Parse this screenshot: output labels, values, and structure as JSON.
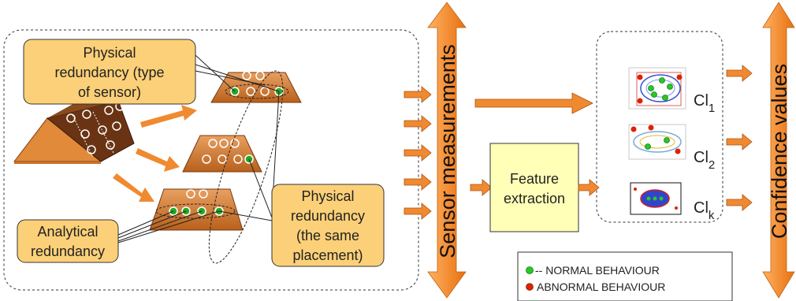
{
  "labels": {
    "physical_type_line1": "Physical",
    "physical_type_line2": "redundancy (type",
    "physical_type_line3": "of sensor)",
    "analytical_line1": "Analytical",
    "analytical_line2": "redundancy",
    "physical_same_line1": "Physical",
    "physical_same_line2": "redundancy",
    "physical_same_line3": "(the same",
    "physical_same_line4": "placement)",
    "sensor_measurements": "Sensor measurements",
    "feature_line1": "Feature",
    "feature_line2": "extraction",
    "confidence_values": "Confidence values",
    "cl1": "Cl",
    "cl1_sub": "1",
    "cl2": "Cl",
    "cl2_sub": "2",
    "clk": "Cl",
    "clk_sub": "k"
  },
  "legend": {
    "normal": "-- NORMAL BEHAVIOUR",
    "abnormal": "ABNORMAL BEHAVIOUR",
    "normal_color": "#22cc22",
    "abnormal_color": "#dd2200"
  },
  "colors": {
    "box_fill": "#fcd078",
    "feature_fill": "#ffffb8",
    "arrow_orange": "#f08020",
    "trapezoid_fill": "#c8702a",
    "trapezoid_top": "#e89a50"
  }
}
